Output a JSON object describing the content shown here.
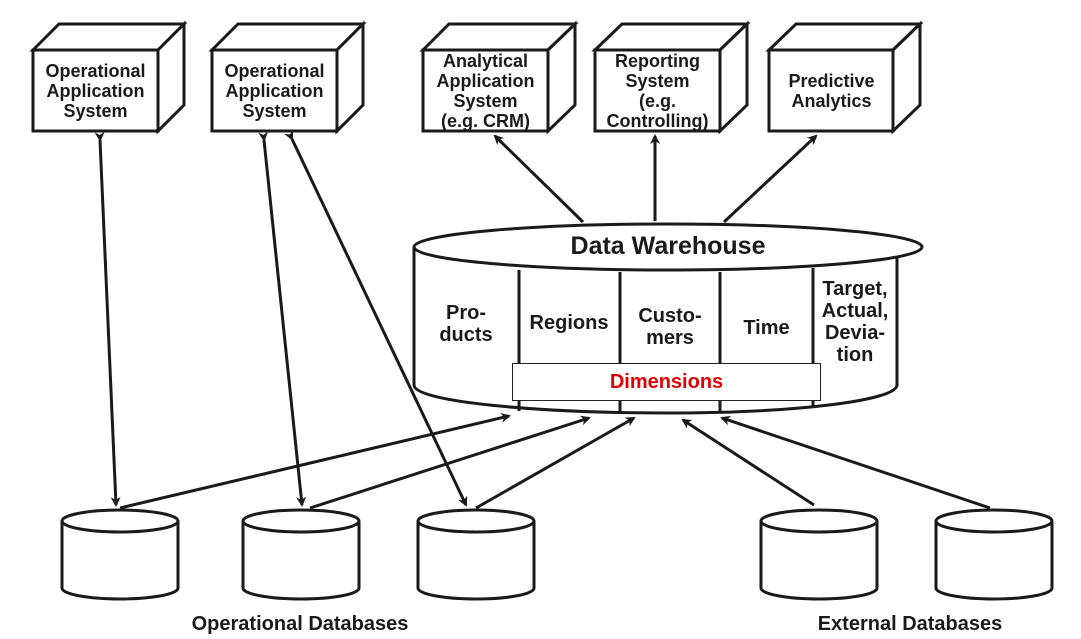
{
  "systems": [
    {
      "label": "Operational\nApplication\nSystem"
    },
    {
      "label": "Operational\nApplication\nSystem"
    },
    {
      "label": "Analytical\nApplication\nSystem\n(e.g. CRM)"
    },
    {
      "label": "Reporting\nSystem\n(e.g.\nControlling)"
    },
    {
      "label": "Predictive\nAnalytics"
    }
  ],
  "warehouse": {
    "title": "Data Warehouse",
    "columns": [
      {
        "label": "Pro-\nducts"
      },
      {
        "label": "Regions"
      },
      {
        "label": "Custo-\nmers"
      },
      {
        "label": "Time"
      },
      {
        "label": "Target,\nActual,\nDevia-\ntion"
      }
    ],
    "dimensions_label": "Dimensions",
    "dimensions_color": "#e00000"
  },
  "databases": {
    "operational_caption": "Operational Databases",
    "external_caption": "External Databases",
    "operational_count": 3,
    "external_count": 2
  },
  "colors": {
    "stroke": "#1a1a1a",
    "background": "#ffffff"
  }
}
